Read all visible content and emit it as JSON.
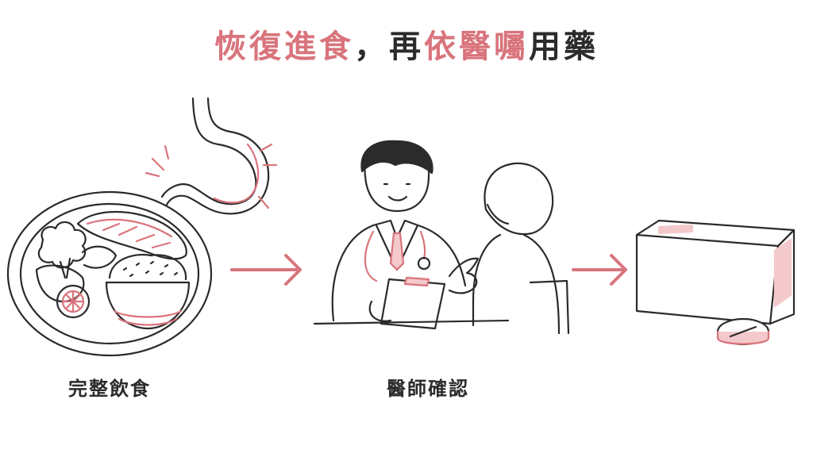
{
  "title": {
    "part1": "恢復進食",
    "part2": "，再",
    "part3": "依醫囑",
    "part4": "用藥"
  },
  "steps": [
    {
      "label": "完整飲食",
      "icon": "meal-plate-icon"
    },
    {
      "label": "醫師確認",
      "icon": "doctor-consultation-icon"
    },
    {
      "label": "",
      "icon": "medicine-box-icon"
    }
  ],
  "colors": {
    "accent": "#d9747c",
    "accent_fill": "#f4c9cc",
    "ink": "#2b2b2b"
  }
}
